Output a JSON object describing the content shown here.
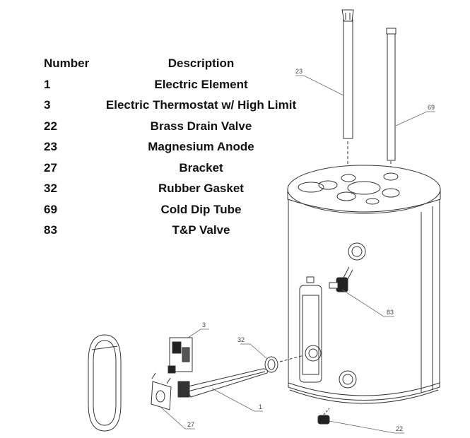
{
  "table": {
    "header_number": "Number",
    "header_description": "Description",
    "rows": [
      {
        "number": "1",
        "description": "Electric Element"
      },
      {
        "number": "3",
        "description": "Electric Thermostat w/ High Limit"
      },
      {
        "number": "22",
        "description": "Brass Drain Valve"
      },
      {
        "number": "23",
        "description": "Magnesium Anode"
      },
      {
        "number": "27",
        "description": "Bracket"
      },
      {
        "number": "32",
        "description": "Rubber Gasket"
      },
      {
        "number": "69",
        "description": "Cold Dip Tube"
      },
      {
        "number": "83",
        "description": "T&P Valve"
      }
    ]
  },
  "callouts": {
    "anode": "23",
    "dip_tube": "69",
    "tp_valve": "83",
    "thermostat": "3",
    "gasket": "32",
    "element": "1",
    "bracket": "27",
    "drain_valve": "22"
  }
}
